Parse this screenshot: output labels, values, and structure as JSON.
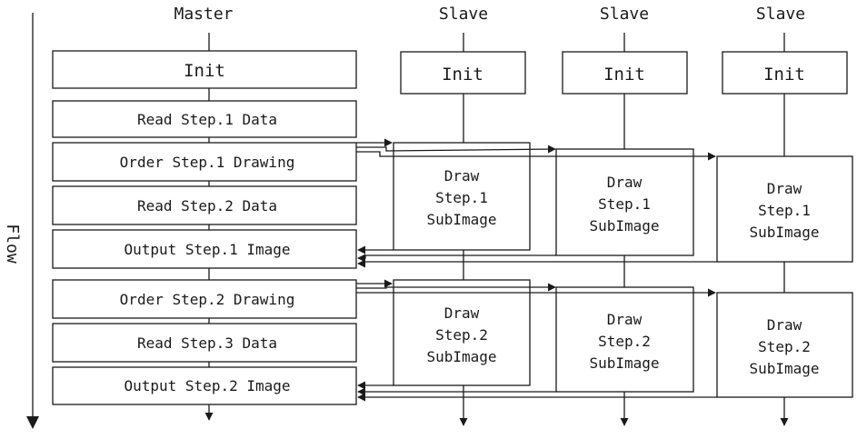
{
  "flow_label": "Flow",
  "headers": {
    "master": "Master",
    "slave_1": "Slave",
    "slave_2": "Slave",
    "slave_3": "Slave"
  },
  "master_steps": [
    "Init",
    "Read Step.1 Data",
    "Order Step.1 Drawing",
    "Read Step.2 Data",
    "Output Step.1 Image",
    "Order Step.2 Drawing",
    "Read Step.3 Data",
    "Output Step.2 Image"
  ],
  "slaves": [
    {
      "init": "Init",
      "task1": [
        "Draw",
        "Step.1",
        "SubImage"
      ],
      "task2": [
        "Draw",
        "Step.2",
        "SubImage"
      ]
    },
    {
      "init": "Init",
      "task1": [
        "Draw",
        "Step.1",
        "SubImage"
      ],
      "task2": [
        "Draw",
        "Step.2",
        "SubImage"
      ]
    },
    {
      "init": "Init",
      "task1": [
        "Draw",
        "Step.1",
        "SubImage"
      ],
      "task2": [
        "Draw",
        "Step.2",
        "SubImage"
      ]
    }
  ]
}
